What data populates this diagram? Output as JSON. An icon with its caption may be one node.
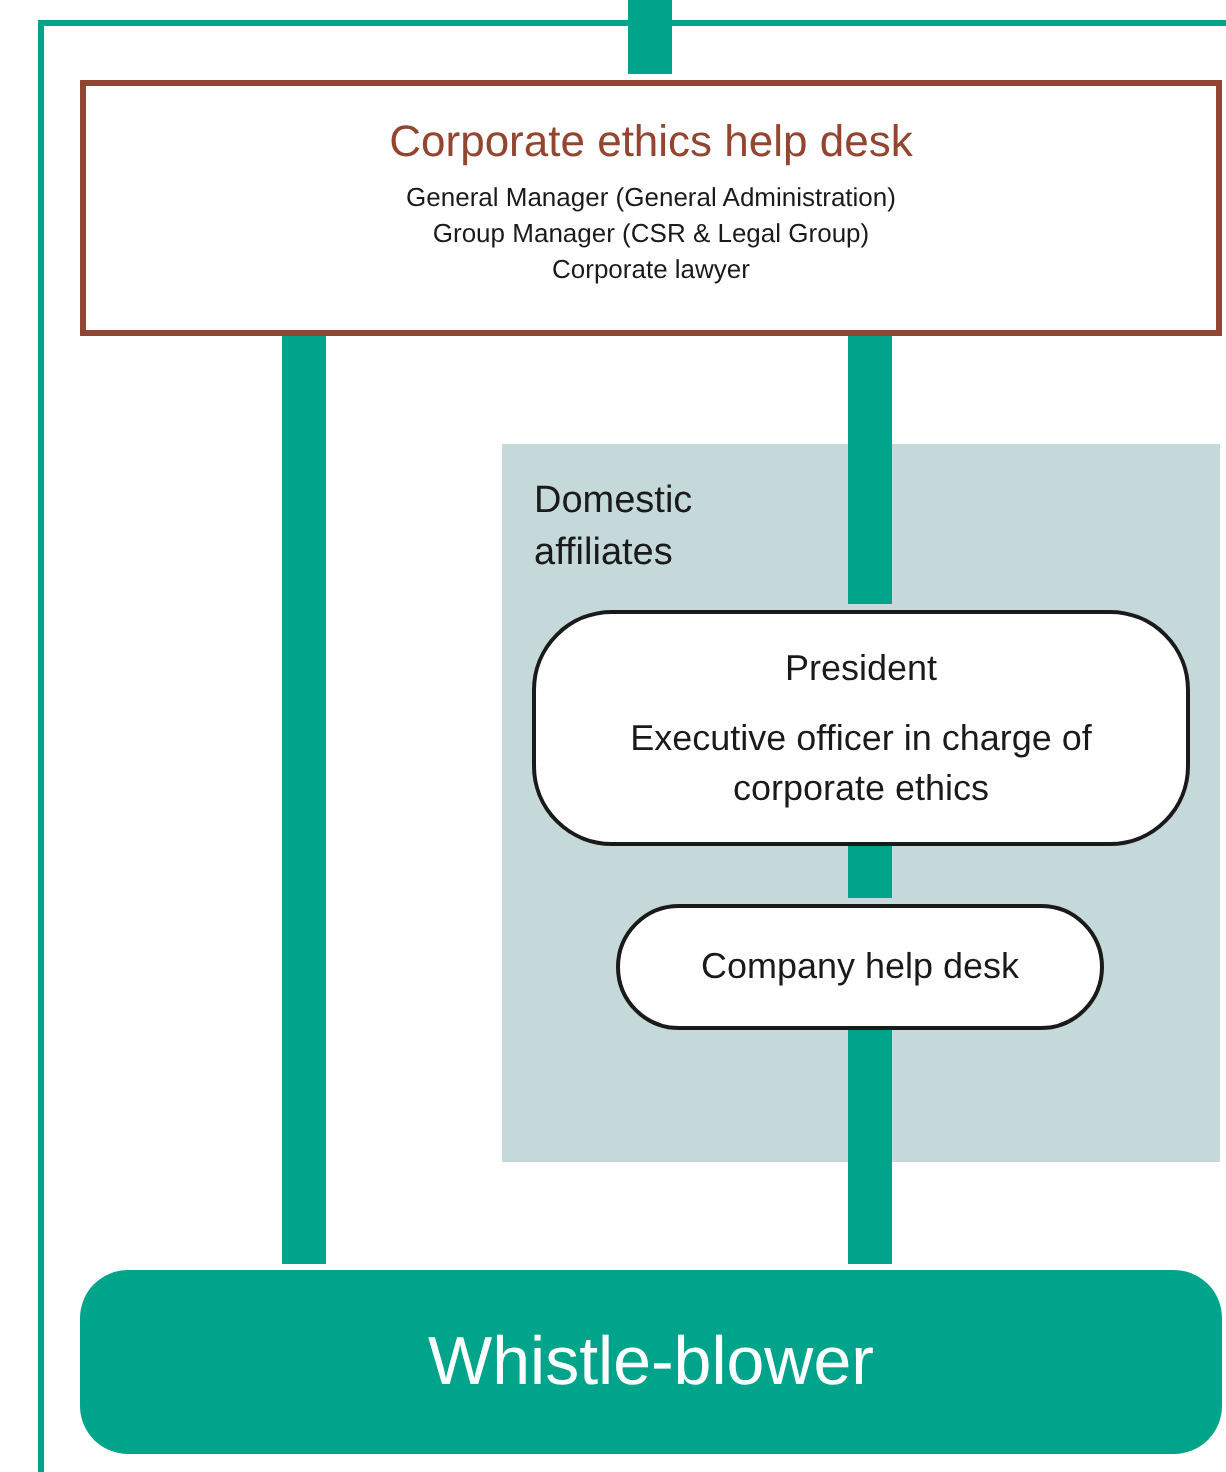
{
  "diagram": {
    "nodes": [
      {
        "text": [],
        "shape": "box"
      },
      {
        "text": [
          "Corporate ethics help desk",
          "General Manager (General Administration)",
          "Group Manager (CSR & Legal Group)",
          "Corporate lawyer"
        ],
        "in": 0
      },
      {
        "text": [
          "Domestic affiliates"
        ],
        "in": 0
      },
      {
        "text": [
          "President",
          "Executive officer in charge of corporate ethics"
        ],
        "in": 2
      },
      {
        "text": [
          "Company help desk"
        ],
        "in": 2
      },
      {
        "text": [
          "Whistle-blower"
        ],
        "in": 0
      }
    ],
    "edges": [
      {
        "from": 1,
        "to": null,
        "arrow": "none"
      },
      {
        "from": 1,
        "to": 5,
        "arrow": "none"
      },
      {
        "from": 1,
        "to": 3,
        "arrow": "none"
      },
      {
        "from": 3,
        "to": 4,
        "arrow": "none"
      },
      {
        "from": 4,
        "to": 5,
        "arrow": "none"
      }
    ]
  }
}
